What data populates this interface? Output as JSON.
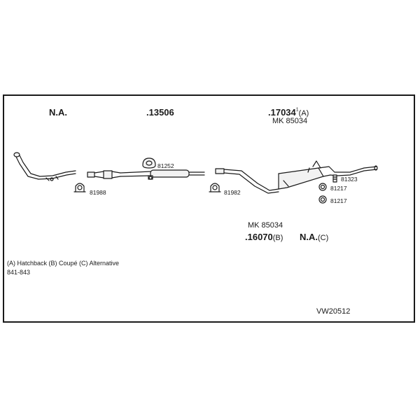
{
  "top_labels": {
    "na_left": "N.A.",
    "part_13506": ".13506",
    "part_17034": ".17034",
    "part_17034_sup": "1",
    "part_17034_suffix": "(A)",
    "mk_top": "MK 85034"
  },
  "clamp_labels": {
    "c81988": "81988",
    "c81252": "81252",
    "c81982": "81982",
    "c81323": "81323",
    "c81217_a": "81217",
    "c81217_b": "81217"
  },
  "bottom_labels": {
    "mk_bottom": "MK 85034",
    "part_16070": ".16070",
    "part_16070_suffix": "(B)",
    "na_right": "N.A.",
    "na_right_suffix": "(C)"
  },
  "notes": {
    "legend": "(A) Hatchback (B) Coupé (C) Alternative",
    "range": "841-843"
  },
  "diagram_id": "VW20512",
  "colors": {
    "line": "#1a1a1a",
    "part_fill": "#f2f2f2"
  }
}
